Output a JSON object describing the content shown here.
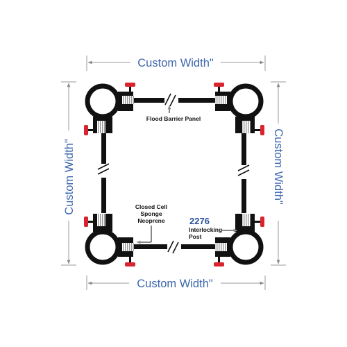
{
  "dimension_labels": {
    "top": "Custom Width\"",
    "bottom": "Custom Width\"",
    "left": "Custom Width\"",
    "right": "Custom Width\""
  },
  "callouts": {
    "panel": "Flood Barrier Panel",
    "seal_line1": "Closed Cell",
    "seal_line2": "Sponge",
    "seal_line3": "Neoprene",
    "post_number": "2276",
    "post_line1": "Interlocking",
    "post_line2": "Post"
  },
  "colors": {
    "dimension_text": "#3d67ad",
    "post_number": "#2b4f9a",
    "structure": "#111111",
    "valve": "#d9232f",
    "dimension_line": "#9a9a9a"
  }
}
